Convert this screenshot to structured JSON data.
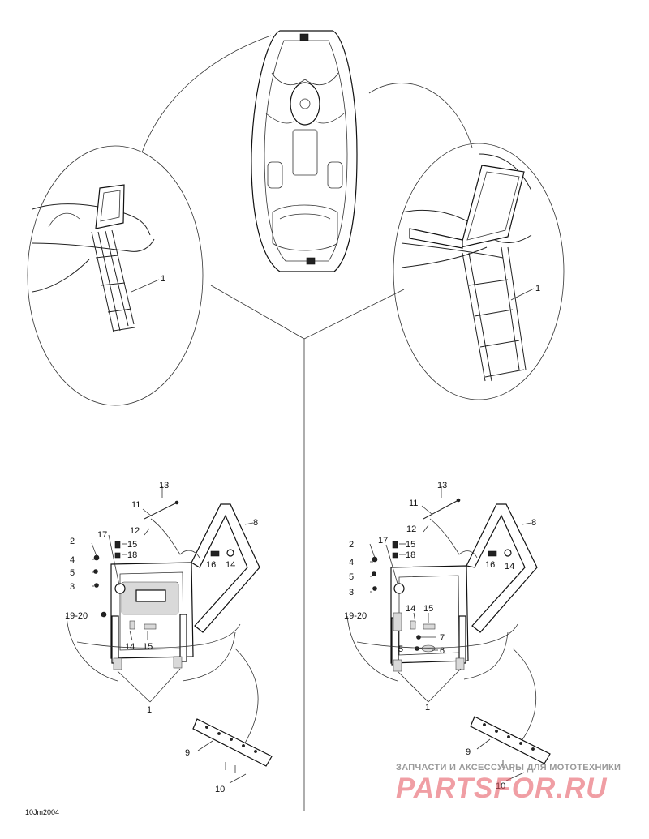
{
  "diagram_code": "10Jm2004",
  "watermark": {
    "line1": "ЗАПЧАСТИ И АКСЕССУАРЫ ДЛЯ МОТОТЕХНИКИ",
    "line2": "PARTSFOR.RU"
  },
  "callouts": {
    "top_left": [
      "1"
    ],
    "top_right": [
      "1"
    ],
    "bottom_left": [
      "13",
      "11",
      "12",
      "8",
      "17",
      "15",
      "18",
      "2",
      "4",
      "5",
      "3",
      "16",
      "14",
      "19-20",
      "14",
      "15",
      "1",
      "9",
      "10"
    ],
    "bottom_right": [
      "13",
      "11",
      "12",
      "8",
      "17",
      "15",
      "18",
      "2",
      "4",
      "5",
      "3",
      "16",
      "14",
      "19-20",
      "14",
      "15",
      "7",
      "5",
      "6",
      "1",
      "9",
      "10"
    ]
  },
  "icons": [
    "ladder-icon",
    "hull-icon",
    "bracket-icon"
  ]
}
